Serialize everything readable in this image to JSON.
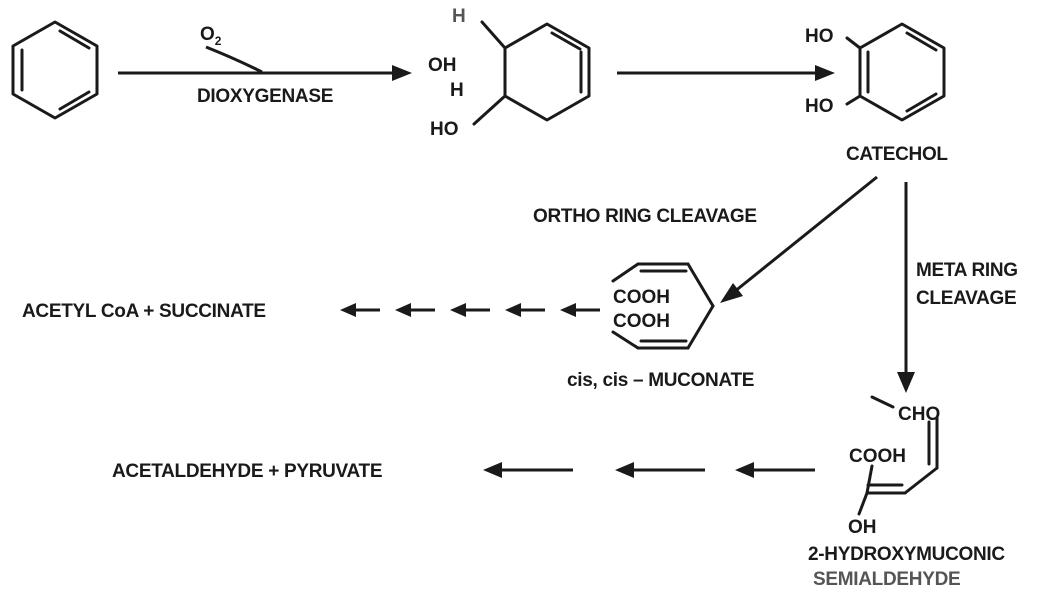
{
  "reagents": {
    "oxygen": "O",
    "oxygen_subscript": "2",
    "enzyme": "DIOXYGENASE"
  },
  "dihydrodiol": {
    "h_top": "H",
    "oh_upper": "OH",
    "h_mid": "H",
    "ho_lower": "HO"
  },
  "catechol": {
    "ho_upper": "HO",
    "ho_lower": "HO",
    "name": "CATECHOL"
  },
  "ortho": {
    "label": "ORTHO RING CLEAVAGE",
    "cooh_upper": "COOH",
    "cooh_lower": "COOH",
    "product_name": "cis, cis – MUCONATE",
    "end_product": "ACETYL CoA + SUCCINATE"
  },
  "meta": {
    "label_line1": "META RING",
    "label_line2": "CLEAVAGE",
    "cho": "CHO",
    "cooh": "COOH",
    "oh": "OH",
    "name_line1": "2-HYDROXYMUCONIC",
    "name_line2": "SEMIALDEHYDE",
    "end_product": "ACETALDEHYDE + PYRUVATE"
  }
}
